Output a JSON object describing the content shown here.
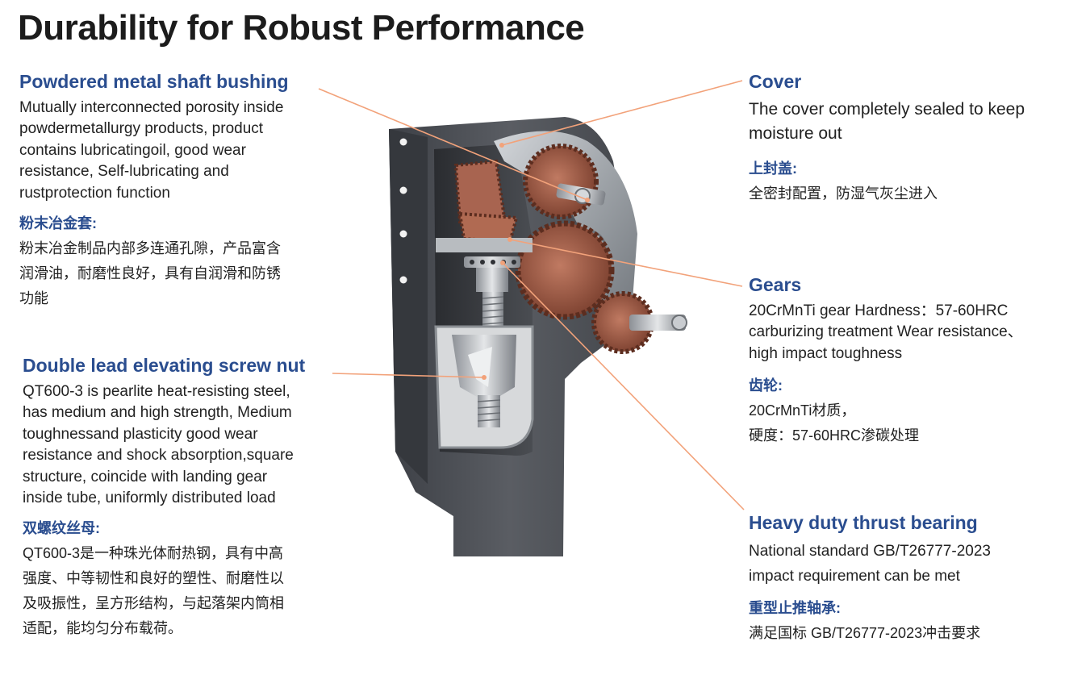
{
  "title": "Durability for Robust Performance",
  "bushing": {
    "heading_en": "Powdered metal shaft bushing",
    "body_en": [
      "Mutually interconnected porosity inside",
      "powdermetallurgy products, product",
      "contains lubricatingoil, good wear",
      "resistance, Self-lubricating and",
      "rustprotection function"
    ],
    "heading_zh": "粉末冶金套:",
    "body_zh": [
      "粉末冶金制品内部多连通孔隙，产品富含",
      "润滑油，耐磨性良好，具有自润滑和防锈",
      "功能"
    ]
  },
  "screw_nut": {
    "heading_en": "Double lead elevating screw nut",
    "body_en": [
      "QT600-3 is pearlite heat-resisting steel,",
      "has medium and high strength, Medium",
      "toughnessand plasticity good wear",
      "resistance and shock absorption,square",
      "structure, coincide with landing gear",
      "inside tube, uniformly distributed load"
    ],
    "heading_zh": "双螺纹丝母:",
    "body_zh": [
      "QT600-3是一种珠光体耐热钢，具有中高",
      "强度、中等韧性和良好的塑性、耐磨性以",
      "及吸振性，呈方形结构，与起落架内筒相",
      "适配，能均匀分布载荷。"
    ]
  },
  "cover": {
    "heading_en": "Cover",
    "body_en": [
      "The cover completely sealed to keep",
      "moisture out"
    ],
    "heading_zh": "上封盖:",
    "body_zh": [
      "全密封配置，防湿气灰尘进入"
    ]
  },
  "gears": {
    "heading_en": "Gears",
    "body_en": [
      "20CrMnTi gear Hardness：57-60HRC",
      "carburizing treatment Wear resistance、",
      "high impact toughness"
    ],
    "heading_zh": "齿轮:",
    "body_zh": [
      "20CrMnTi材质，",
      "硬度：57-60HRC渗碳处理"
    ]
  },
  "bearing": {
    "heading_en": "Heavy duty thrust bearing",
    "body_en": [
      "National standard GB/T26777-2023",
      "impact requirement can be met"
    ],
    "heading_zh": "重型止推轴承:",
    "body_zh": [
      "满足国标 GB/T26777-2023冲击要求"
    ]
  },
  "colors": {
    "heading_blue": "#2a4d8f",
    "leader_orange": "#f2a27a",
    "housing_gray": "#4d5056",
    "gear_copper": "#9b5a45"
  }
}
